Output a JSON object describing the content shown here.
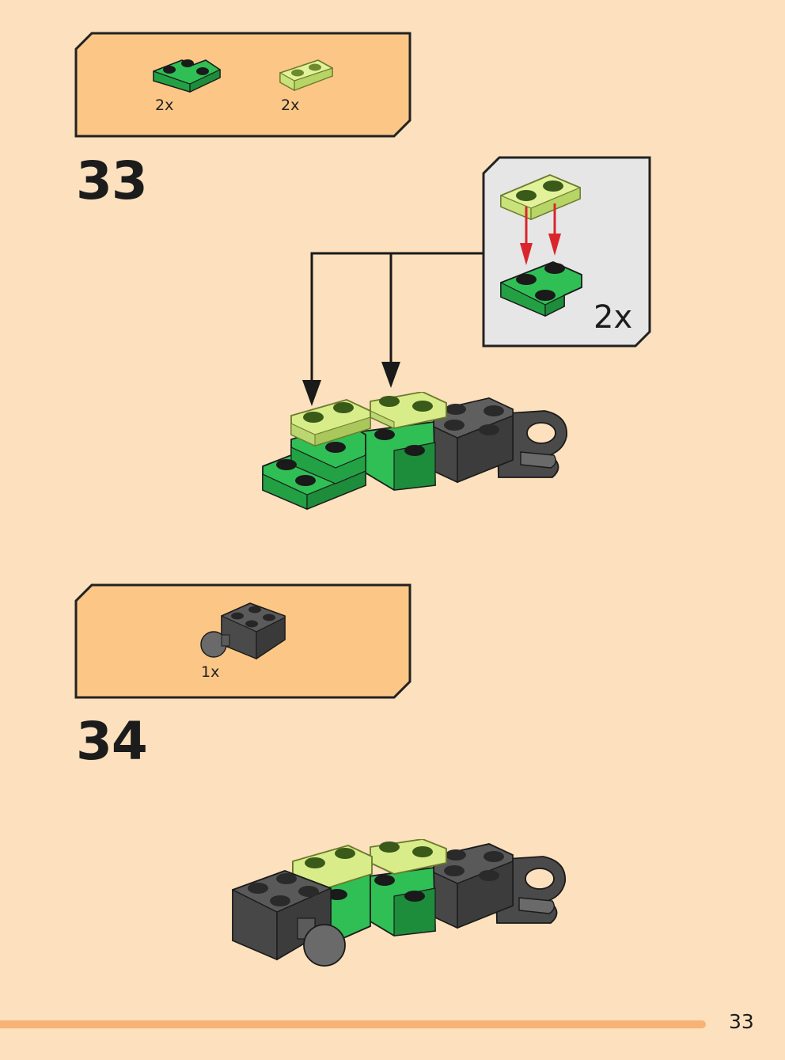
{
  "page": {
    "number": "33"
  },
  "steps": [
    {
      "number": "33",
      "parts": [
        {
          "icon": "green-corner-plate-icon",
          "qty": "2x",
          "color": "#2fbf55"
        },
        {
          "icon": "trans-yellowgreen-plate-icon",
          "qty": "2x",
          "color": "#e2f29a"
        }
      ],
      "callout": {
        "qty": "2x"
      }
    },
    {
      "number": "34",
      "parts": [
        {
          "icon": "dark-gray-ball-joint-brick-icon",
          "qty": "1x",
          "color": "#5b5b5b"
        }
      ]
    }
  ],
  "colors": {
    "background": "#fde0bd",
    "parts_box": "#fcc786",
    "callout_box": "#e6e6e6",
    "accent_bar": "#f7b276",
    "arrow_red": "#d9262c"
  }
}
